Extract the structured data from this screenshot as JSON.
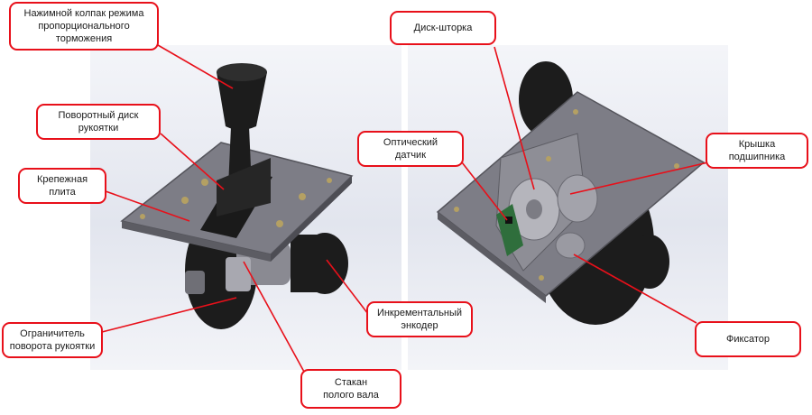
{
  "labels": {
    "pressure_cap": "Нажимной колпак режима\nпропорционального\nторможения",
    "rotary_disk": "Поворотный диск\nрукоятки",
    "mount_plate": "Крепежная\nплита",
    "limiter": "Ограничитель\nповорота рукоятки",
    "encoder": "Инкрементальный\nэнкодер",
    "shaft_cup": "Стакан\nполого вала",
    "shutter_disk": "Диск-шторка",
    "optical_sensor": "Оптический\nдатчик",
    "bearing_cover": "Крышка\nподшипника",
    "latch": "Фиксатор"
  },
  "colors": {
    "callout_border": "#e8101a",
    "leader_line": "#e8101a",
    "plate": "#7d7d86",
    "black_part": "#1c1c1c",
    "background_panel": "#e9ebf2"
  }
}
